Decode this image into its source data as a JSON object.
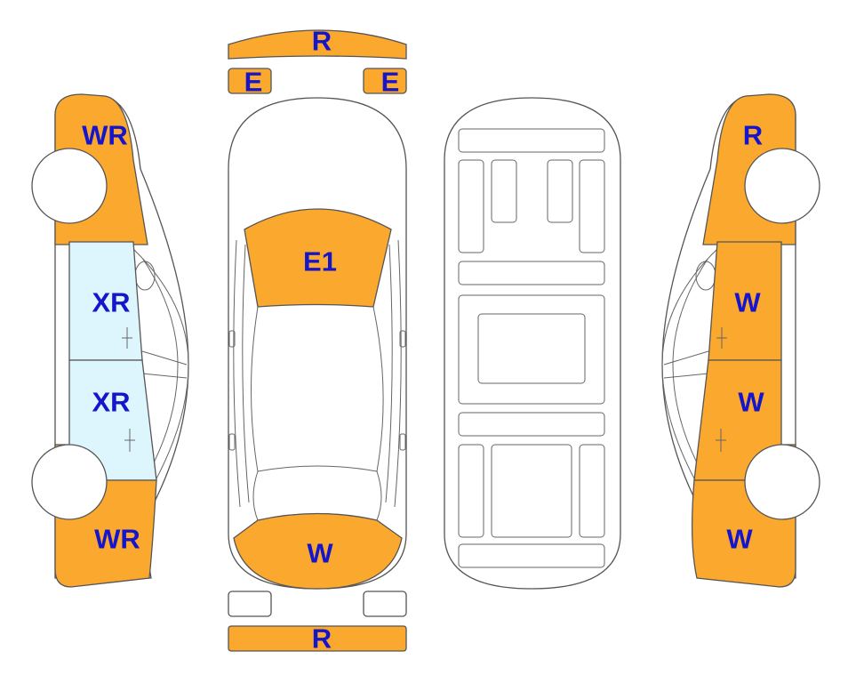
{
  "colors": {
    "damage": "#FAA82E",
    "glass": "#DDF5FC",
    "label": "#1515CC",
    "outline": "#555555",
    "background": "#ffffff"
  },
  "labels": {
    "top_bumper": "R",
    "top_left_lamp": "E",
    "top_right_lamp": "E",
    "hood": "E1",
    "trunk": "W",
    "bottom_bumper": "R",
    "left_front_fender": "WR",
    "left_front_door": "XR",
    "left_rear_door": "XR",
    "left_rear_quarter": "WR",
    "right_front_fender": "R",
    "right_front_door": "W",
    "right_rear_door": "W",
    "right_rear_quarter": "W"
  }
}
